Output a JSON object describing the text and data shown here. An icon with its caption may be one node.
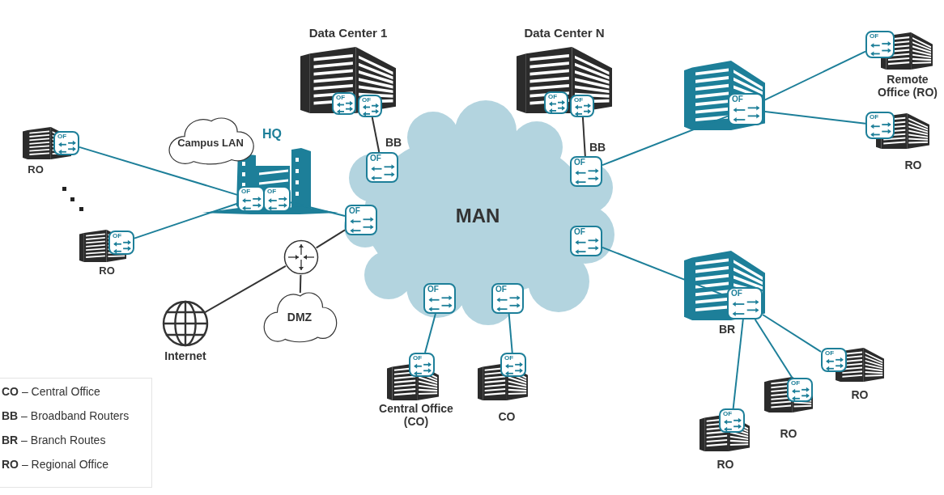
{
  "diagram": {
    "nodes": [
      {
        "text": [
          "MAN"
        ]
      },
      {
        "text": [
          "OF"
        ],
        "beside": [
          "BB"
        ],
        "in": 0
      },
      {
        "text": [
          "OF"
        ],
        "in": 0
      },
      {
        "text": [
          "OF"
        ],
        "beside": [
          "BB"
        ],
        "in": 0
      },
      {
        "text": [
          "OF"
        ],
        "in": 0
      },
      {
        "text": [
          "OF"
        ],
        "in": 0
      },
      {
        "text": [
          "OF"
        ],
        "in": 0
      },
      {
        "text": [
          "Data Center 1"
        ]
      },
      {
        "text": [
          "OF"
        ],
        "in": 7
      },
      {
        "text": [
          "OF"
        ],
        "in": 7
      },
      {
        "text": [
          "Data Center N"
        ]
      },
      {
        "text": [
          "OF"
        ],
        "in": 10
      },
      {
        "text": [
          "OF"
        ],
        "in": 10
      },
      {
        "text": [
          "Campus LAN"
        ]
      },
      {
        "text": [
          "HQ"
        ]
      },
      {
        "text": [
          "OF"
        ],
        "in": 14
      },
      {
        "text": [
          "OF"
        ],
        "in": 14
      },
      {
        "text": [
          "RO"
        ]
      },
      {
        "text": [
          "OF"
        ]
      },
      {
        "text": [
          "RO"
        ]
      },
      {
        "text": [
          "OF"
        ]
      },
      {
        "text": [],
        "shape": "circle"
      },
      {
        "text": [
          "DMZ"
        ]
      },
      {
        "text": [
          "Internet"
        ]
      },
      {
        "text": [],
        "shape": "picture"
      },
      {
        "text": [
          "OF"
        ],
        "in": 24
      },
      {
        "text": [
          "Remote Office (RO)"
        ]
      },
      {
        "text": [
          "OF"
        ]
      },
      {
        "text": [
          "RO"
        ]
      },
      {
        "text": [
          "OF"
        ]
      },
      {
        "text": [],
        "shape": "picture"
      },
      {
        "text": [
          "OF"
        ],
        "beside": [
          "BR"
        ],
        "in": 30
      },
      {
        "text": [
          "RO"
        ]
      },
      {
        "text": [
          "OF"
        ]
      },
      {
        "text": [
          "RO"
        ]
      },
      {
        "text": [
          "OF"
        ],
        "in": 34
      },
      {
        "text": [
          "RO"
        ]
      },
      {
        "text": [
          "OF"
        ],
        "in": 36
      },
      {
        "text": [
          "Central Office (CO)"
        ]
      },
      {
        "text": [
          "OF"
        ]
      },
      {
        "text": [
          "CO"
        ]
      },
      {
        "text": [
          "OF"
        ]
      }
    ],
    "edges": [
      {
        "from": 18,
        "to": 15,
        "arrow": "none"
      },
      {
        "from": 20,
        "to": 15,
        "arrow": "none"
      },
      {
        "from": 16,
        "to": 2,
        "arrow": "none"
      },
      {
        "from": 9,
        "to": 1,
        "arrow": "none",
        "color": "#333333"
      },
      {
        "from": 12,
        "to": 3,
        "arrow": "none",
        "color": "#333333"
      },
      {
        "from": 21,
        "to": 2,
        "arrow": "none",
        "color": "#333333"
      },
      {
        "from": 21,
        "to": 23,
        "arrow": "none",
        "color": "#333333"
      },
      {
        "from": 21,
        "to": 22,
        "arrow": "none",
        "color": "#333333"
      },
      {
        "from": 3,
        "to": 25,
        "arrow": "none"
      },
      {
        "from": 25,
        "to": 27,
        "arrow": "none"
      },
      {
        "from": 25,
        "to": 29,
        "arrow": "none"
      },
      {
        "from": 4,
        "to": 31,
        "arrow": "none"
      },
      {
        "from": 31,
        "to": 33,
        "arrow": "none"
      },
      {
        "from": 31,
        "to": 35,
        "arrow": "none"
      },
      {
        "from": 31,
        "to": 37,
        "arrow": "none"
      },
      {
        "from": 5,
        "to": 39,
        "arrow": "none"
      },
      {
        "from": 6,
        "to": 41,
        "arrow": "none"
      }
    ],
    "labels": [
      "**CO** – Central Office",
      "**BB** – Broadband Routers",
      "**BR** – Branch Routes",
      "**RO** – Regional Office"
    ]
  }
}
